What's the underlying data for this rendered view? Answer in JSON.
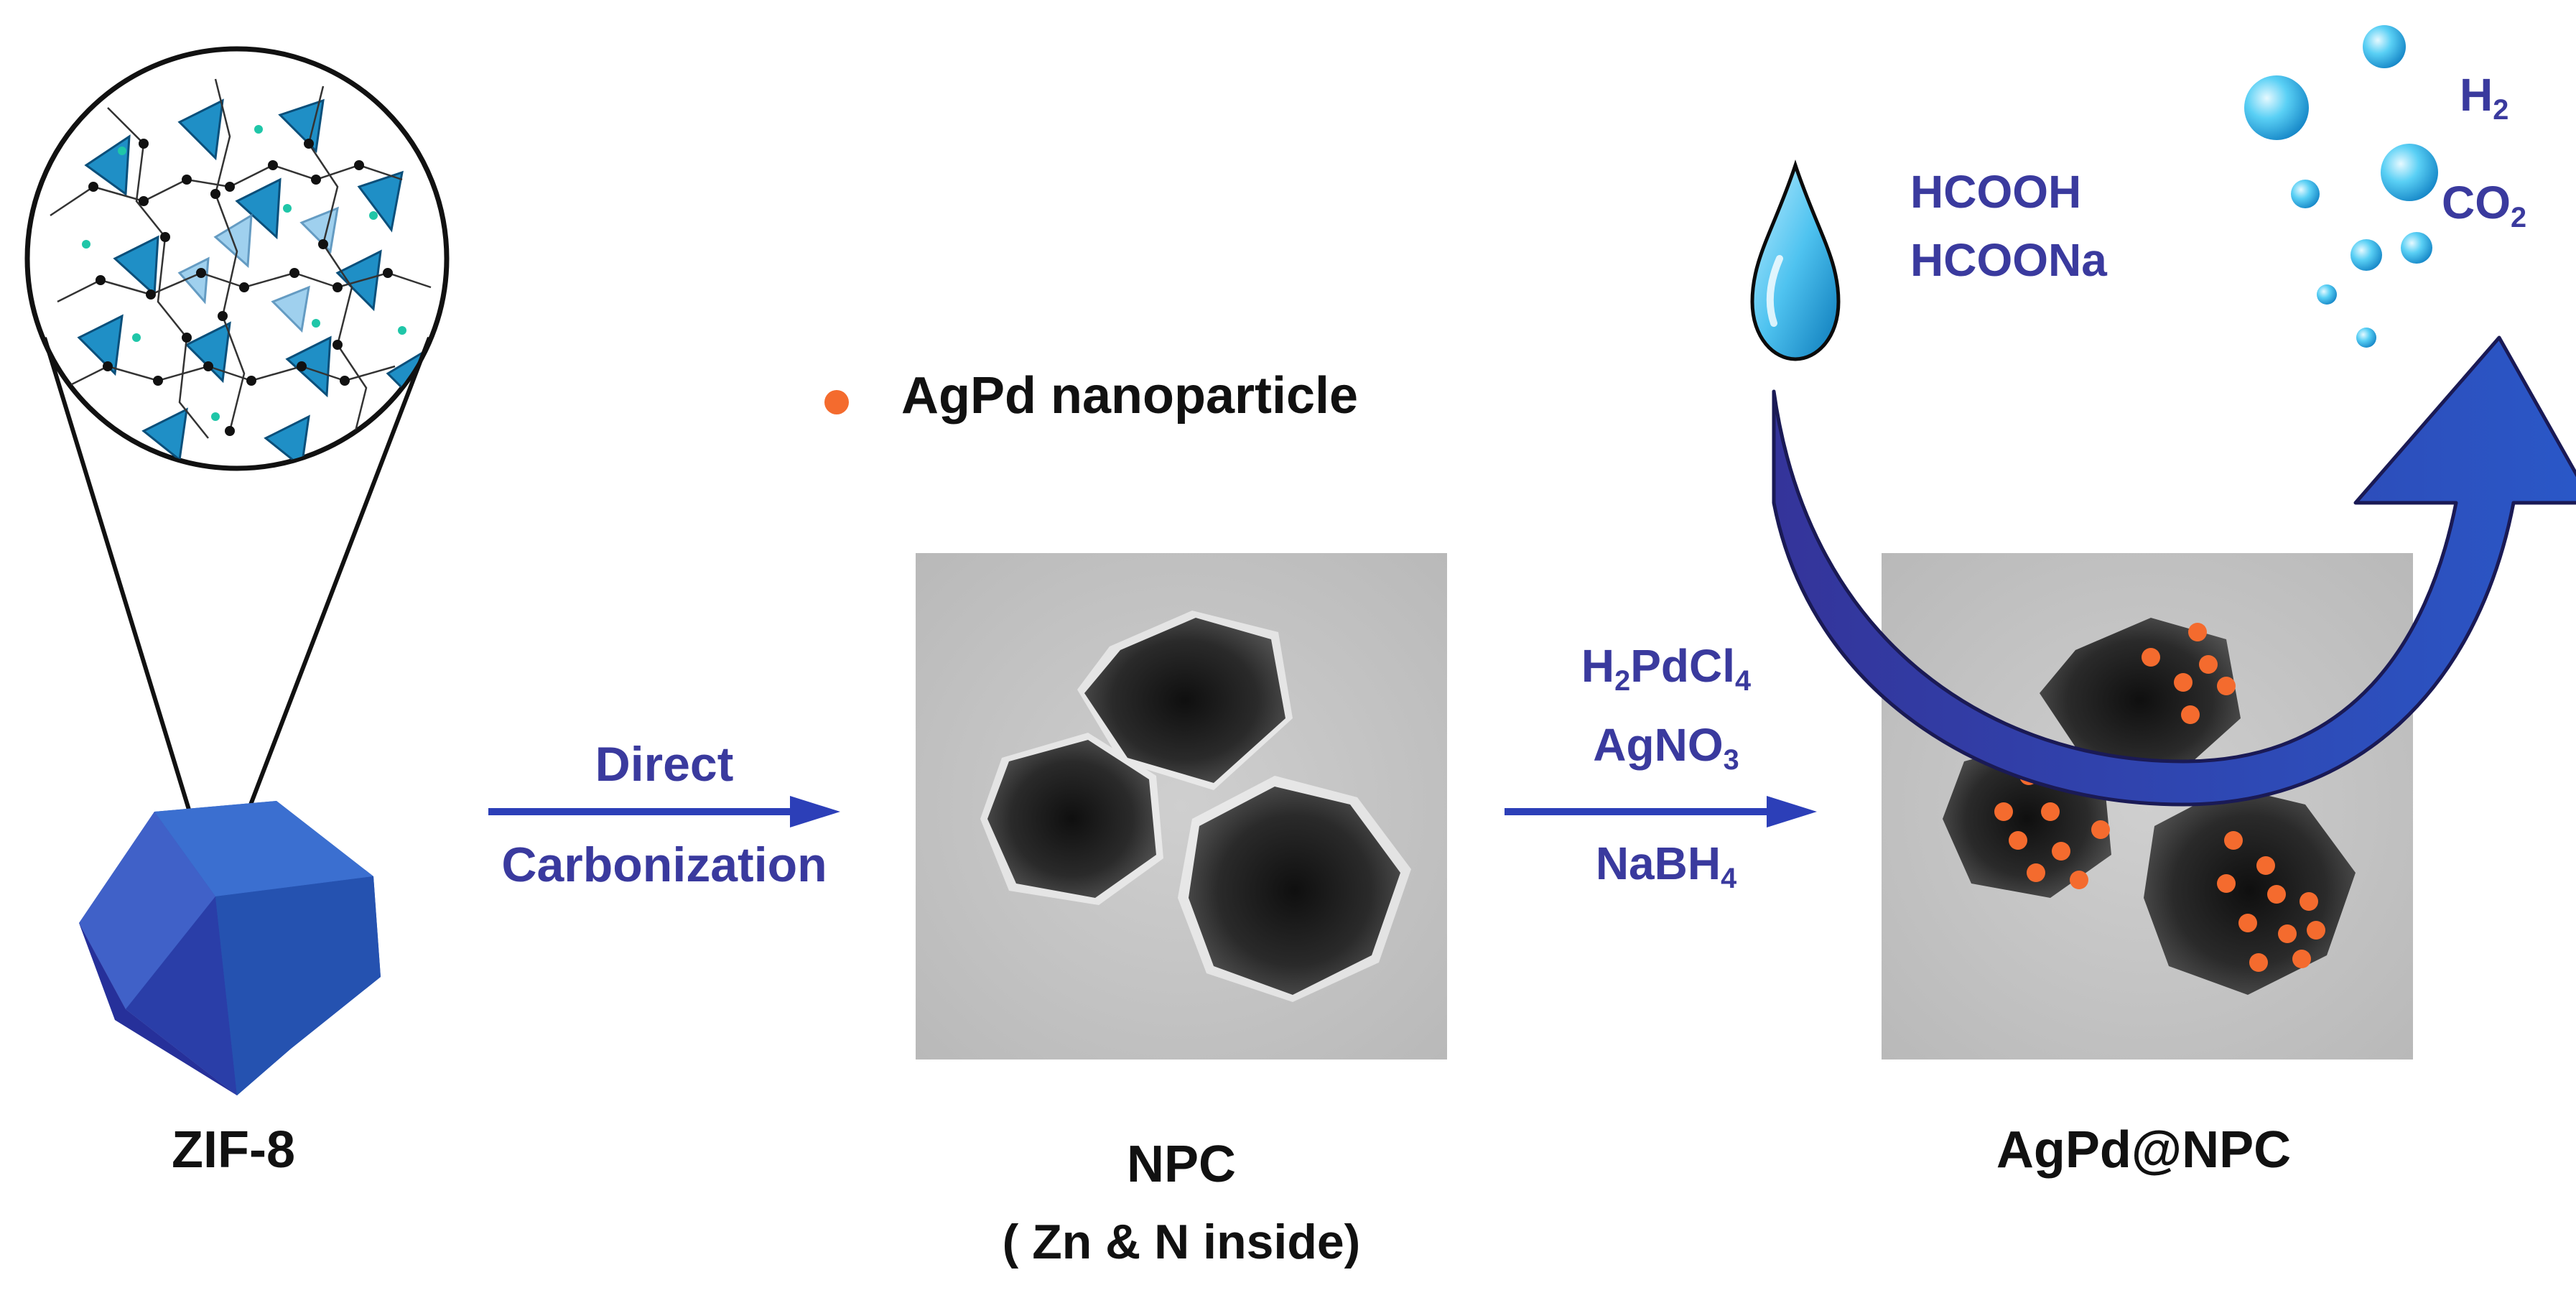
{
  "legend": {
    "marker_color": "#f46b2e",
    "label": "AgPd nanoparticle"
  },
  "zif8": {
    "label": "ZIF-8"
  },
  "step1": {
    "line1": "Direct",
    "line2": "Carbonization"
  },
  "npc": {
    "label": "NPC",
    "sublabel": "( Zn & N inside)"
  },
  "step2": {
    "reagent1": {
      "base": "H",
      "sub1": "2",
      "mid": "PdCl",
      "sub2": "4"
    },
    "reagent2": {
      "base": "AgNO",
      "sub": "3"
    },
    "reagent3": {
      "base": "NaBH",
      "sub": "4"
    }
  },
  "product": {
    "label": "AgPd@NPC"
  },
  "reactants": {
    "line1": "HCOOH",
    "line2": "HCOONa"
  },
  "products": {
    "h2_base": "H",
    "h2_sub": "2",
    "co2_base": "CO",
    "co2_sub": "2"
  },
  "colors": {
    "arrow": "#2c3fb8",
    "text_blue": "#3a3a9e",
    "nanoparticle": "#f46b2e",
    "crystal": "#2f58b5"
  }
}
